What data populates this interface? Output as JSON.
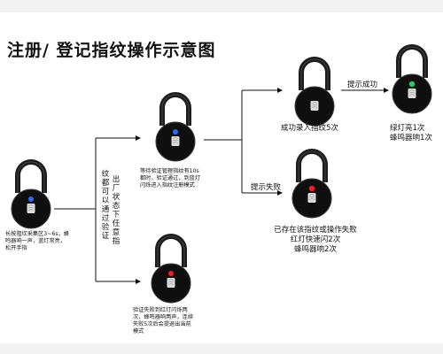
{
  "title": "注册/ 登记指纹操作示意图",
  "nodes": {
    "start": {
      "caption": [
        "长按阻坎采集区3~6s，蜂",
        "鸣器响一声，蓝灯常亮，",
        "松开手指"
      ]
    },
    "waiting": {
      "caption": [
        "等待验证管理指纹有10s",
        "都时，验证通过，到蓝灯",
        "闪烁进入指纹注册模式"
      ]
    },
    "failed_verify": {
      "caption": [
        "验证失败到红灯闪烁两",
        "次，蜂鸣器响两声，连续",
        "失败5次后会提退出当前",
        "模式"
      ]
    },
    "enrolled": {
      "caption": "成功录入指纹5次"
    },
    "success": {
      "caption": [
        "绿灯亮1次",
        "蜂鸣器响1次"
      ]
    },
    "fail": {
      "caption": [
        "已存在该指纹或操作失败",
        "红灯快速闪2次",
        "蜂鸣器响2次"
      ]
    }
  },
  "edges": {
    "factory_col1": "出厂状态下任意指",
    "factory_col2": "纹都可以通过验证",
    "prompt_success": "提示成功",
    "prompt_fail": "提示失败"
  },
  "colors": {
    "lock_body": "#0f0f0f",
    "shackle": "#1c1c1c",
    "blue_led": "#2a6bff",
    "red_led": "#ff1a1a",
    "green_led": "#1fd15a",
    "band": "#f1f1f1"
  }
}
